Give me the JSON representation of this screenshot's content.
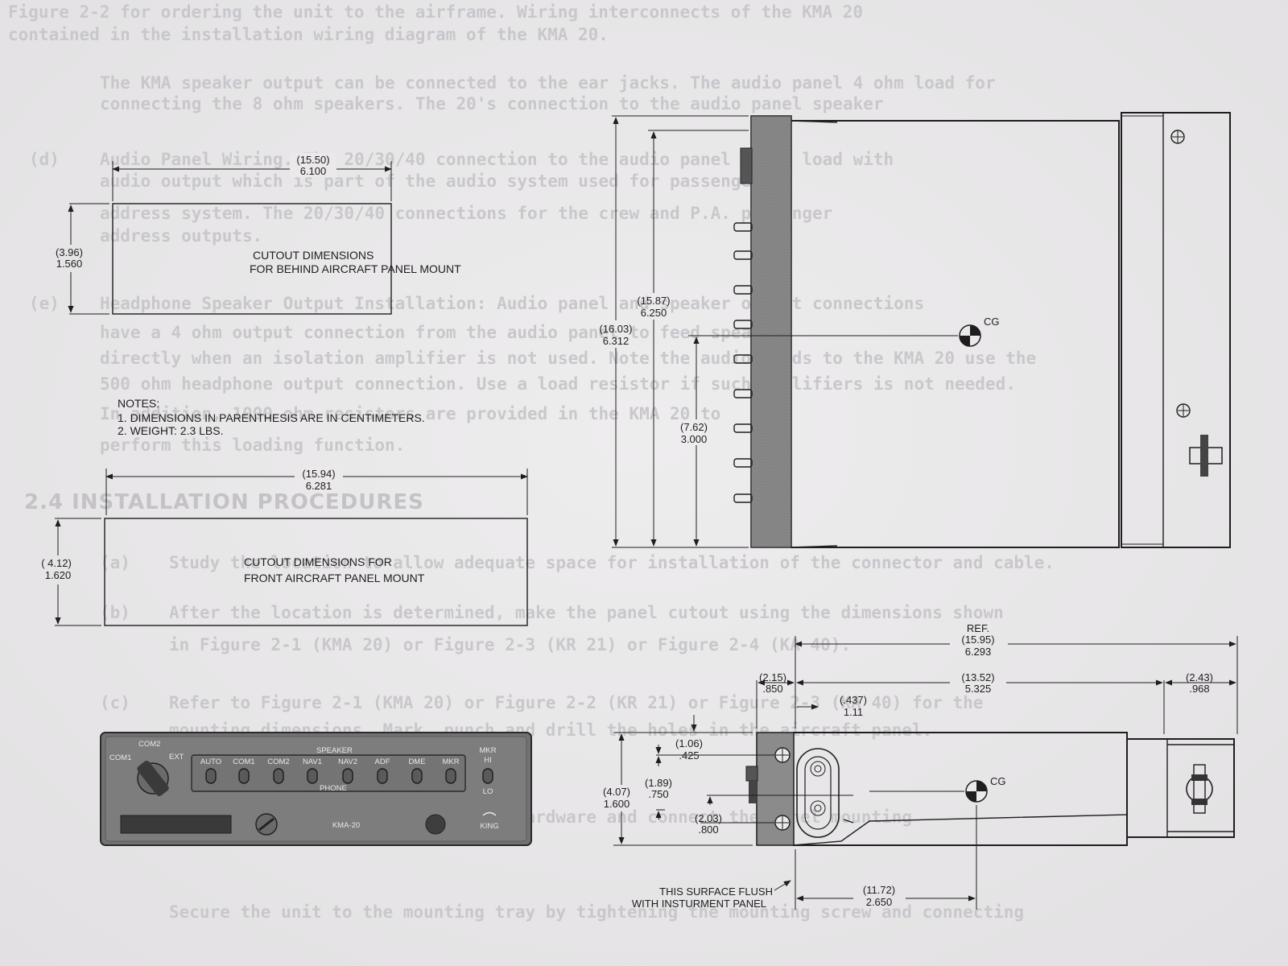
{
  "background_text": {
    "lines": [
      "Figure 2-2 for ordering the unit to the airframe.   Wiring interconnects of the KMA 20",
      "contained in the installation wiring diagram of the KMA 20.",
      "The KMA speaker output can be connected to the ear jacks. The audio panel 4 ohm load for",
      "connecting the 8 ohm speakers. The 20's connection to the audio panel speaker",
      "Audio Panel Wiring. The 20/30/40 connection to the audio panel 4 ohm load with",
      "audio output which is part of the audio system used for passenger",
      "address system. The 20/30/40 connections for the crew and P.A. passenger",
      "address outputs.",
      "Headphone Speaker Output Installation: Audio panel and speaker output connections",
      "have a 4 ohm output connection from the audio panel to feed speaker",
      "directly when an isolation amplifier is not used. Note the audio feeds to the KMA 20 use the",
      "500 ohm headphone output connection. Use a load resistor if such amplifiers is not needed.",
      "In addition, 1000 ohm resistors are provided in the KMA 20 to",
      "perform this loading function.",
      "Study the location to allow adequate space for installation of the connector and cable.",
      "After the location is determined, make the panel cutout using the dimensions shown",
      "in Figure 2-1 (KMA 20) or Figure 2-3 (KR 21) or Figure 2-4 (KA 40).",
      "Refer to Figure 2-1 (KMA 20) or Figure 2-2 (KR 21) or Figure 2-3 (KA 40) for the",
      "mounting dimensions. Mark, punch and drill the holes in the aircraft panel.",
      "Mount the unit using the mounting hardware and connect the panel mounting",
      "Secure the unit to the mounting tray by tightening the mounting screw and connecting"
    ],
    "heading": "2.4 INSTALLATION PROCEDURES",
    "markers": [
      "(d)",
      "(e)",
      "(a)",
      "(b)",
      "(c)"
    ]
  },
  "cutout_rear": {
    "width_cm": "(15.50)",
    "width_in": "6.100",
    "height_cm": "(3.96)",
    "height_in": "1.560",
    "label_line1": "CUTOUT  DIMENSIONS",
    "label_line2": "FOR BEHIND AIRCRAFT PANEL MOUNT"
  },
  "notes": {
    "title": "NOTES:",
    "items": [
      "1. DIMENSIONS IN PARENTHESIS ARE IN CENTIMETERS.",
      "2. WEIGHT: 2.3 LBS."
    ]
  },
  "cutout_front": {
    "width_cm": "(15.94)",
    "width_in": "6.281",
    "height_cm": "( 4.12)",
    "height_in": "1.620",
    "label_line1": "CUTOUT  DIMENSIONS  FOR",
    "label_line2": "FRONT  AIRCRAFT  PANEL  MOUNT"
  },
  "top_view": {
    "overall_cm": "(16.03)",
    "overall_in": "6.312",
    "inner_cm": "(15.87)",
    "inner_in": "6.250",
    "cg_cm": "(7.62)",
    "cg_in": "3.000",
    "cg_label": "CG"
  },
  "front_panel": {
    "selector_labels": [
      "COM1",
      "COM2",
      "EXT"
    ],
    "speaker_label": "SPEAKER",
    "phone_label": "PHONE",
    "switch_labels": [
      "AUTO",
      "COM1",
      "COM2",
      "NAV1",
      "NAV2",
      "ADF",
      "DME",
      "MKR"
    ],
    "mkr_labels": [
      "MKR",
      "HI",
      "LO"
    ],
    "model": "KMA-20",
    "brand": "KING"
  },
  "side_view": {
    "ref_label": "REF.",
    "overall_cm": "(15.95)",
    "overall_in": "6.293",
    "front_cm": "(2.15)",
    "front_in": ".850",
    "body_cm": "(13.52)",
    "body_in": "5.325",
    "rear_cm": "(2.43)",
    "rear_in": ".968",
    "knob_cm": "(.437)",
    "knob_in": "1.11",
    "h1_cm": "(1.06)",
    "h1_in": ".425",
    "h2_cm": "(1.89)",
    "h2_in": ".750",
    "h3_cm": "(2.03)",
    "h3_in": ".800",
    "height_cm": "(4.07)",
    "height_in": "1.600",
    "cg_label": "CG",
    "cg_cm": "(11.72)",
    "cg_in": "2.650",
    "flush_line1": "THIS SURFACE FLUSH",
    "flush_line2": "WITH INSTURMENT PANEL"
  }
}
